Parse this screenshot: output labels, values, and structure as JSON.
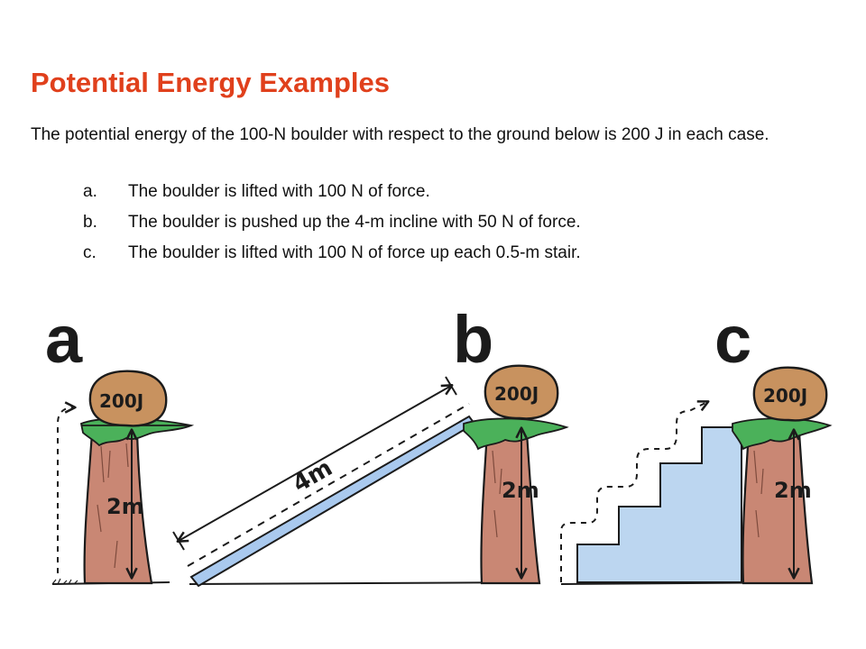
{
  "header": {
    "title": "Potential Energy Examples",
    "intro": "The potential energy of the 100-N boulder with respect to the ground below is 200 J in each case."
  },
  "cases": [
    {
      "marker": "a.",
      "text": "The boulder is lifted with 100 N of force."
    },
    {
      "marker": "b.",
      "text": "The boulder is pushed up the 4-m incline with 50 N of force."
    },
    {
      "marker": "c.",
      "text": "The boulder is lifted with 100 N of force up each 0.5-m stair."
    }
  ],
  "figure": {
    "panels": [
      {
        "letter": "a",
        "boulder_label": "200J",
        "height_label": "2m"
      },
      {
        "letter": "b",
        "boulder_label": "200J",
        "height_label": "2m",
        "incline_label": "4m"
      },
      {
        "letter": "c",
        "boulder_label": "200J",
        "height_label": "2m"
      }
    ],
    "colors": {
      "title": "#e0401c",
      "boulder": "#c8925f",
      "pillar": "#c98774",
      "grass": "#4bb15a",
      "ramp": "#a9c9ee",
      "stairs": "#bcd6f0",
      "ink": "#1b1b1b"
    }
  }
}
